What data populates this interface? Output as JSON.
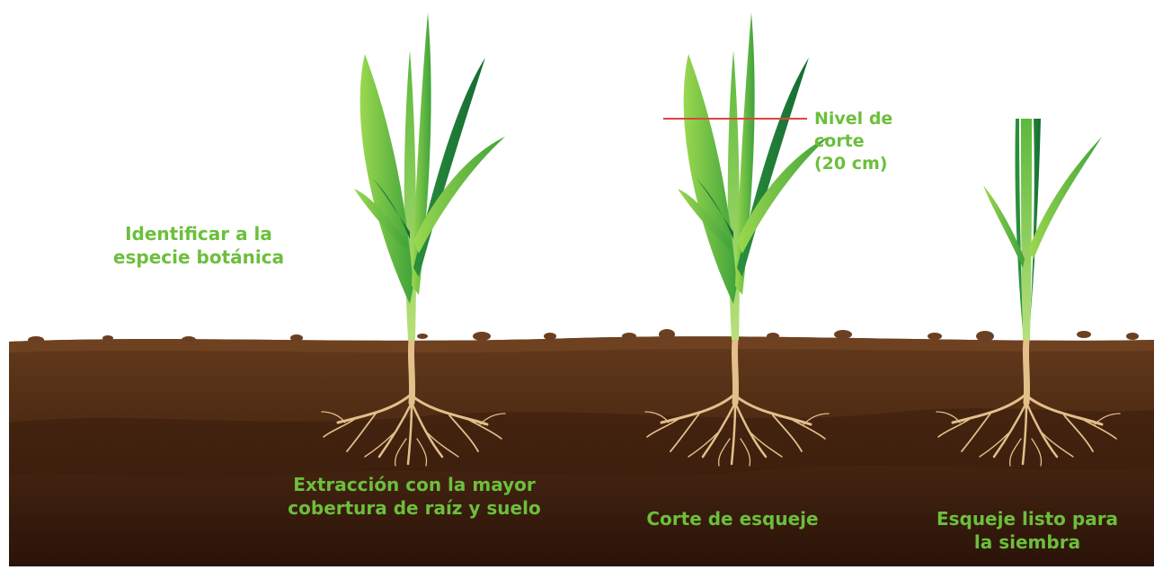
{
  "labels": {
    "identify": "Identificar a la\nespecie botánica",
    "extract": "Extracción con la mayor\ncobertura de raíz y suelo",
    "cut": "Corte de esqueje",
    "ready": "Esqueje listo para\nla siembra",
    "cut_level": "Nivel de\ncorte\n(20 cm)"
  },
  "colors": {
    "label_green": "#6cbf3c",
    "leaf_light": "#6fc13a",
    "leaf_dark": "#1b7a3a",
    "soil_top": "#5a3418",
    "soil_deep": "#2c150a",
    "root": "#e3bf8a",
    "cut_line": "#e0443b"
  }
}
